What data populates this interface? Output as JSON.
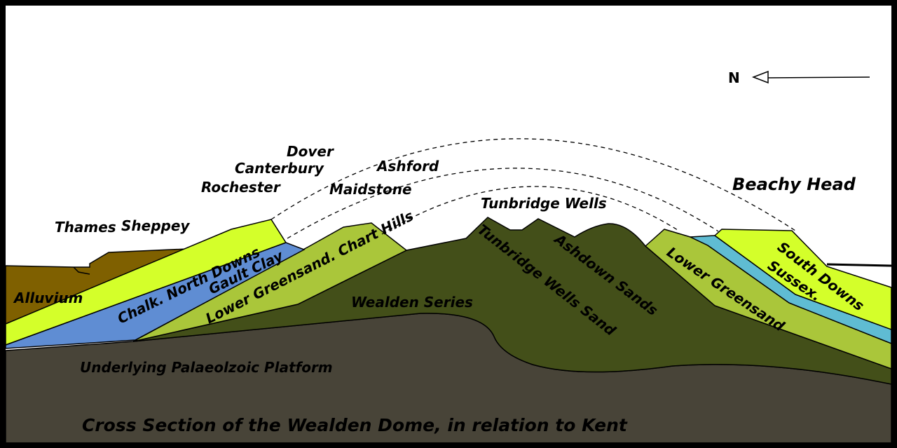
{
  "title": "Cross Section of the Wealden Dome, in relation to Kent",
  "compass": {
    "label": "N",
    "icon": "north-arrow-icon"
  },
  "places": {
    "thames": "Thames",
    "sheppey": "Sheppey",
    "rochester": "Rochester",
    "canterbury": "Canterbury",
    "dover": "Dover",
    "ashford": "Ashford",
    "maidstone": "Maidstone",
    "tunbridge_wells": "Tunbridge Wells",
    "beachy_head": "Beachy Head"
  },
  "layers": {
    "alluvium": "Alluvium",
    "chalk_north_downs": "Chalk. North Downs",
    "gault_clay": "Gault Clay",
    "lower_greensand_chart_hills": "Lower Greensand. Chart Hills",
    "wealden_series": "Wealden Series",
    "tunbridge_wells_sand": "Tunbridge Wells Sand",
    "ashdown_sands": "Ashdown Sands",
    "lower_greensand_south": "Lower Greensand",
    "south_downs": "South Downs",
    "sussex": "Sussex.",
    "palaeozoic": "Underlying Palaeolzoic Platform"
  },
  "colors": {
    "alluvium": "#7f6000",
    "chalk": "#d4ff2a",
    "gault": "#5f8dd3",
    "gault_south": "#5fbcd3",
    "greensand": "#aac63a",
    "wealden": "#434f19",
    "palaeozoic": "#484438",
    "frame": "#000000"
  }
}
